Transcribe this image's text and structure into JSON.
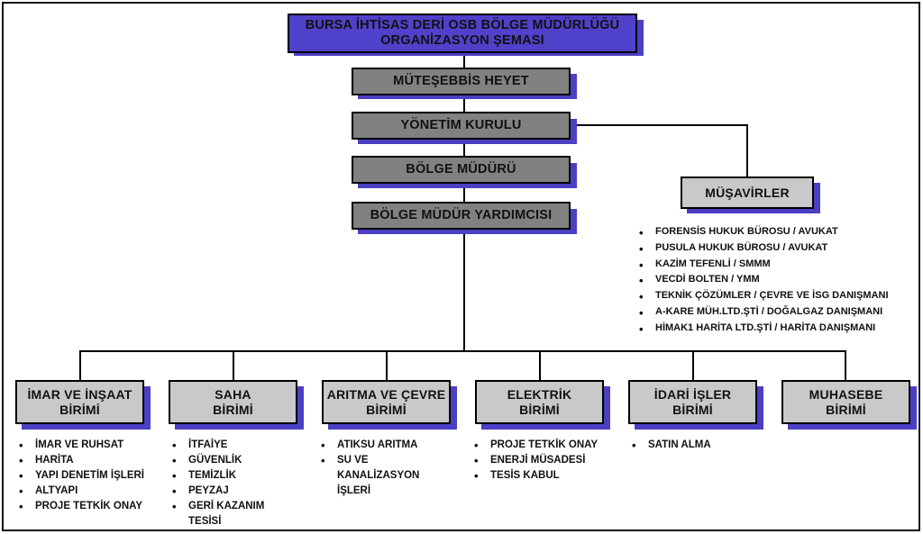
{
  "document": {
    "type": "organization-chart",
    "language": "tr",
    "background_color": "#FFFFFF",
    "border_color": "#111111"
  },
  "palette": {
    "title_fill": "#4F41C9",
    "manager_fill": "#818181",
    "unit_fill": "#C9C9C9",
    "shadow": "#4B3FC4",
    "line": "#000000",
    "text": "#111111"
  },
  "title": {
    "line1": "BURSA İHTİSAS DERİ OSB BÖLGE MÜDÜRLÜĞÜ",
    "line2": "ORGANİZASYON ŞEMASI",
    "text": "BURSA İHTİSAS DERİ OSB BÖLGE MÜDÜRLÜĞÜ\nORGANİZASYON ŞEMASI"
  },
  "hierarchy": [
    {
      "id": "mutesebbis-heyet",
      "label": "MÜTEŞEBBİS HEYET"
    },
    {
      "id": "yonetim-kurulu",
      "label": "YÖNETİM KURULU"
    },
    {
      "id": "bolge-muduru",
      "label": "BÖLGE MÜDÜRÜ"
    },
    {
      "id": "bolge-mudur-yardimcisi",
      "label": "BÖLGE MÜDÜR YARDIMCISI"
    }
  ],
  "advisors": {
    "box_label": "MÜŞAVİRLER",
    "items": [
      "FORENSİS HUKUK BÜROSU / AVUKAT",
      "PUSULA HUKUK BÜROSU /  AVUKAT",
      "KAZİM TEFENLİ / SMMM",
      "VECDİ BOLTEN / YMM",
      "TEKNİK ÇÖZÜMLER / ÇEVRE VE İSG DANIŞMANI",
      "A-KARE MÜH.LTD.ŞTİ / DOĞALGAZ DANIŞMANI",
      "HİMAK1 HARİTA LTD.ŞTİ  / HARİTA DANIŞMANI"
    ]
  },
  "units": [
    {
      "id": "imar-ve-insaat-birimi",
      "label": "İMAR VE İNŞAAT\nBİRİMİ",
      "tasks": [
        "İMAR VE RUHSAT",
        "HARİTA",
        "YAPI DENETİM İŞLERİ",
        "ALTYAPI",
        "PROJE TETKİK ONAY"
      ]
    },
    {
      "id": "saha-birimi",
      "label": "SAHA\nBİRİMİ",
      "tasks": [
        "İTFAİYE",
        "GÜVENLİK",
        "TEMİZLİK",
        "PEYZAJ",
        "GERİ KAZANIM\nTESİSİ"
      ]
    },
    {
      "id": "aritma-ve-cevre-birimi",
      "label": "ARITMA VE ÇEVRE\nBİRİMİ",
      "tasks": [
        "ATIKSU ARITMA",
        "SU VE\nKANALİZASYON\nİŞLERİ"
      ]
    },
    {
      "id": "elektrik-birimi",
      "label": "ELEKTRİK\nBİRİMİ",
      "tasks": [
        "PROJE TETKİK ONAY",
        "ENERJİ MÜSADESİ",
        "TESİS KABUL"
      ]
    },
    {
      "id": "idari-isler-birimi",
      "label": "İDARİ İŞLER\nBİRİMİ",
      "tasks": [
        "SATIN ALMA"
      ]
    },
    {
      "id": "muhasebe-birimi",
      "label": "MUHASEBE\nBİRİMİ",
      "tasks": []
    }
  ]
}
